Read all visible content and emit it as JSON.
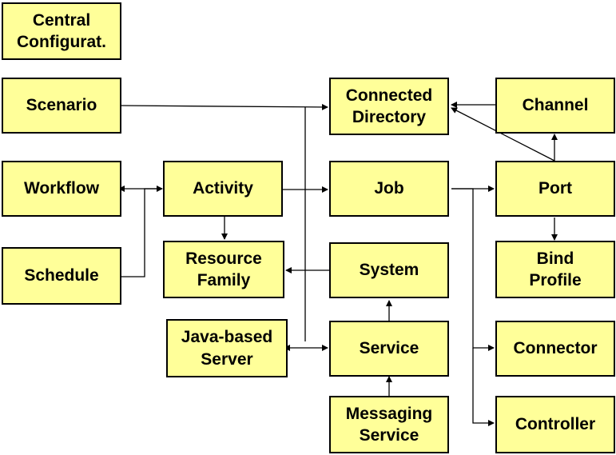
{
  "diagram": {
    "node_fill": "#ffff99",
    "stroke_color": "#000000",
    "nodes": [
      {
        "id": "central-configuration",
        "label": "Central\nConfigurat."
      },
      {
        "id": "scenario",
        "label": "Scenario"
      },
      {
        "id": "workflow",
        "label": "Workflow"
      },
      {
        "id": "schedule",
        "label": "Schedule"
      },
      {
        "id": "activity",
        "label": "Activity"
      },
      {
        "id": "resource-family",
        "label": "Resource\nFamily"
      },
      {
        "id": "java-based-server",
        "label": "Java-based\nServer"
      },
      {
        "id": "connected-directory",
        "label": "Connected\nDirectory"
      },
      {
        "id": "job",
        "label": "Job"
      },
      {
        "id": "system",
        "label": "System"
      },
      {
        "id": "service",
        "label": "Service"
      },
      {
        "id": "messaging-service",
        "label": "Messaging\nService"
      },
      {
        "id": "channel",
        "label": "Channel"
      },
      {
        "id": "port",
        "label": "Port"
      },
      {
        "id": "bind-profile",
        "label": "Bind\nProfile"
      },
      {
        "id": "connector",
        "label": "Connector"
      },
      {
        "id": "controller",
        "label": "Controller"
      }
    ],
    "edges": [
      {
        "from": "scenario",
        "to": "connected-directory"
      },
      {
        "from": "workflow",
        "to": "activity",
        "bidirectional": true
      },
      {
        "from": "schedule",
        "to": "activity"
      },
      {
        "from": "activity",
        "to": "job"
      },
      {
        "from": "activity",
        "to": "resource-family"
      },
      {
        "from": "system",
        "to": "resource-family"
      },
      {
        "from": "java-based-server",
        "to": "connected-directory"
      },
      {
        "from": "java-based-server",
        "to": "service",
        "bidirectional": true
      },
      {
        "from": "service",
        "to": "system"
      },
      {
        "from": "messaging-service",
        "to": "service"
      },
      {
        "from": "channel",
        "to": "connected-directory"
      },
      {
        "from": "port",
        "to": "connected-directory"
      },
      {
        "from": "port",
        "to": "channel"
      },
      {
        "from": "port",
        "to": "bind-profile"
      },
      {
        "from": "job",
        "to": "port"
      },
      {
        "from": "job",
        "to": "connector"
      },
      {
        "from": "job",
        "to": "controller"
      }
    ]
  }
}
